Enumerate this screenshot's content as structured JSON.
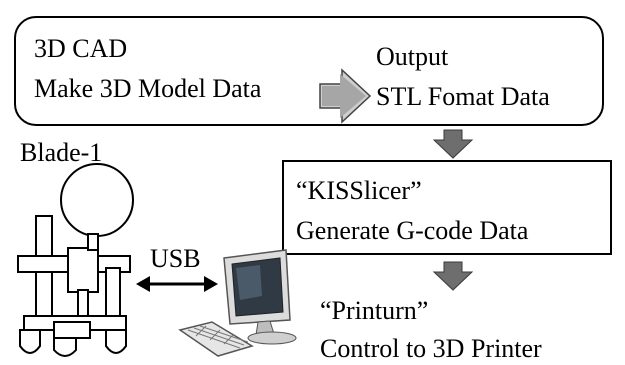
{
  "cad": {
    "line1": "3D CAD",
    "line2": "Make 3D Model Data"
  },
  "output": {
    "line1": "Output",
    "line2": "STL Fomat Data"
  },
  "robot": {
    "label": "Blade-1"
  },
  "slicer": {
    "line1": "“KISSlicer”",
    "line2": "Generate G-code Data"
  },
  "connection": {
    "label": "USB"
  },
  "printurn": {
    "line1": "“Printurn”",
    "line2": "Control to 3D Printer"
  },
  "colors": {
    "arrow_fill": "#808080",
    "arrow_dark": "#595959",
    "monitor_screen": "#2f3a44",
    "monitor_body": "#d9d9d9"
  }
}
